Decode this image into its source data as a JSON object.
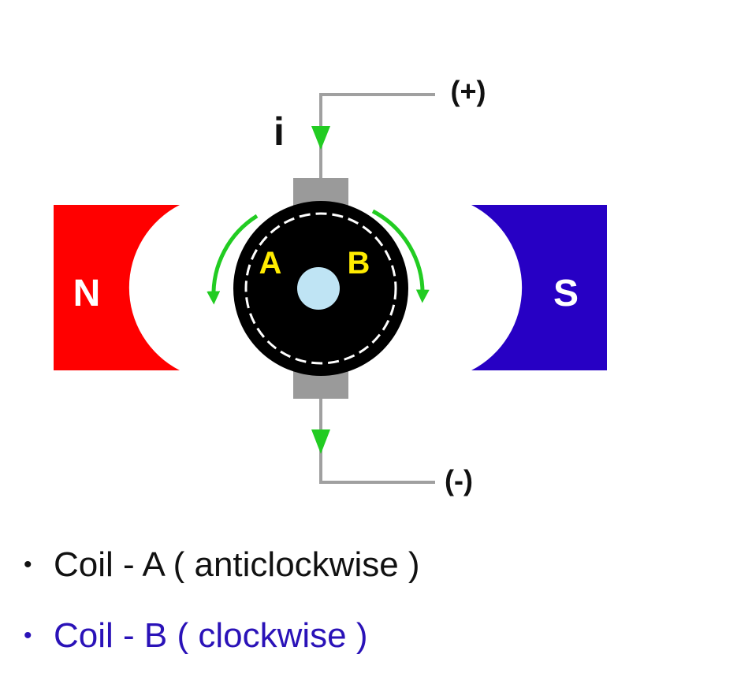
{
  "diagram": {
    "current_label": "i",
    "positive_terminal": "(+)",
    "negative_terminal": "(-)",
    "north_pole": "N",
    "south_pole": "S",
    "coil_a_label": "A",
    "coil_b_label": "B"
  },
  "legend": {
    "items": [
      {
        "text": "Coil - A  ( anticlockwise )",
        "color": "#111111"
      },
      {
        "text": "Coil - B  ( clockwise )",
        "color": "#2a12b8"
      }
    ]
  },
  "colors": {
    "north_magnet": "#ff0000",
    "south_magnet": "#2700c4",
    "armature": "#000000",
    "shaft": "#bfe4f4",
    "brush": "#9a9a9a",
    "wire": "#a0a0a0",
    "arrow": "#22cc22",
    "coil_label": "#ffeb00"
  }
}
